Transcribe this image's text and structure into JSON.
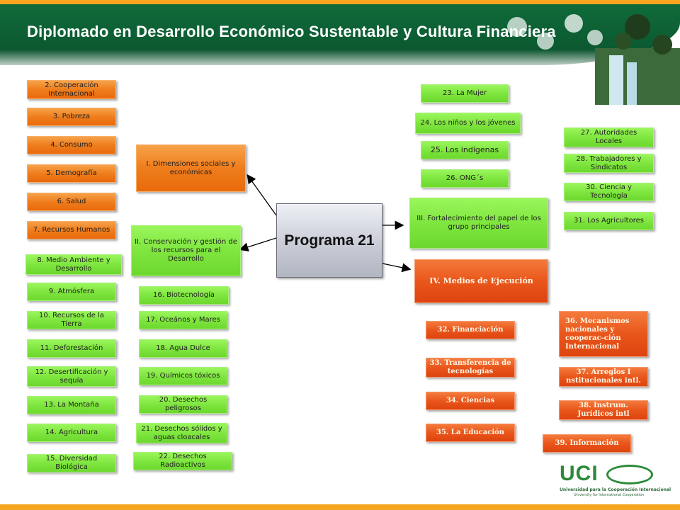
{
  "header": {
    "title": "Diplomado en Desarrollo Económico Sustentable y Cultura Financiera"
  },
  "center": {
    "label": "Programa 21"
  },
  "sections": {
    "s1": "I. Dimensiones sociales y económicas",
    "s2": "II. Conservación y gestión de los recursos para el Desarrollo",
    "s3": "III. Fortalecimiento del papel de los grupo principales",
    "s4": "IV. Medios de Ejecución"
  },
  "left_items": [
    "2. Cooperación Internacional",
    "3. Pobreza",
    "4. Consumo",
    "5. Demografía",
    "6. Salud",
    "7. Recursos Humanos",
    "8. Medio Ambiente y Desarrollo",
    "9. Atmósfera",
    "10. Recursos de la Tierra",
    "11. Deforestación",
    "12. Desertificación y sequía",
    "13. La Montaña",
    "14. Agricultura",
    "15. Diversidad Biológica"
  ],
  "mid_items": [
    "16. Biotecnología",
    "17. Oceános y Mares",
    "18. Agua Dulce",
    "19. Químicos tóxicos",
    "20. Desechos peligrosos",
    "21. Desechos sólidos y aguas cloacales",
    "22. Desechos Radioactivos"
  ],
  "group_items": [
    "23. La Mujer",
    "24. Los niños y los jóvenes",
    "25. Los indígenas",
    "26. ONG´s"
  ],
  "right_items": [
    "27. Autoridades Locales",
    "28. Trabajadores y Sindicatos",
    "30. Ciencia y Tecnología",
    "31. Los Agricultores"
  ],
  "means_items": [
    "32. Financiación",
    "33. Transferencia de tecnologías",
    "34. Ciencias",
    "35. La Educación"
  ],
  "means_right_items": [
    "36. Mecanismos nacionales y cooperac-ción Internacional",
    "37. Arreglos I nstitucionales intl.",
    "38. Instrum. Jurídicos intl",
    "39. Información"
  ],
  "logo": {
    "name": "UCI",
    "line1": "Universidad para la Cooperación Internacional",
    "line2": "University for International Cooperation"
  },
  "colors": {
    "banner_green": "#0f6b3a",
    "orange": "#ef7d1c",
    "green": "#7fe63f",
    "red_orange": "#e9561b",
    "accent_bar": "#f5a51f"
  }
}
